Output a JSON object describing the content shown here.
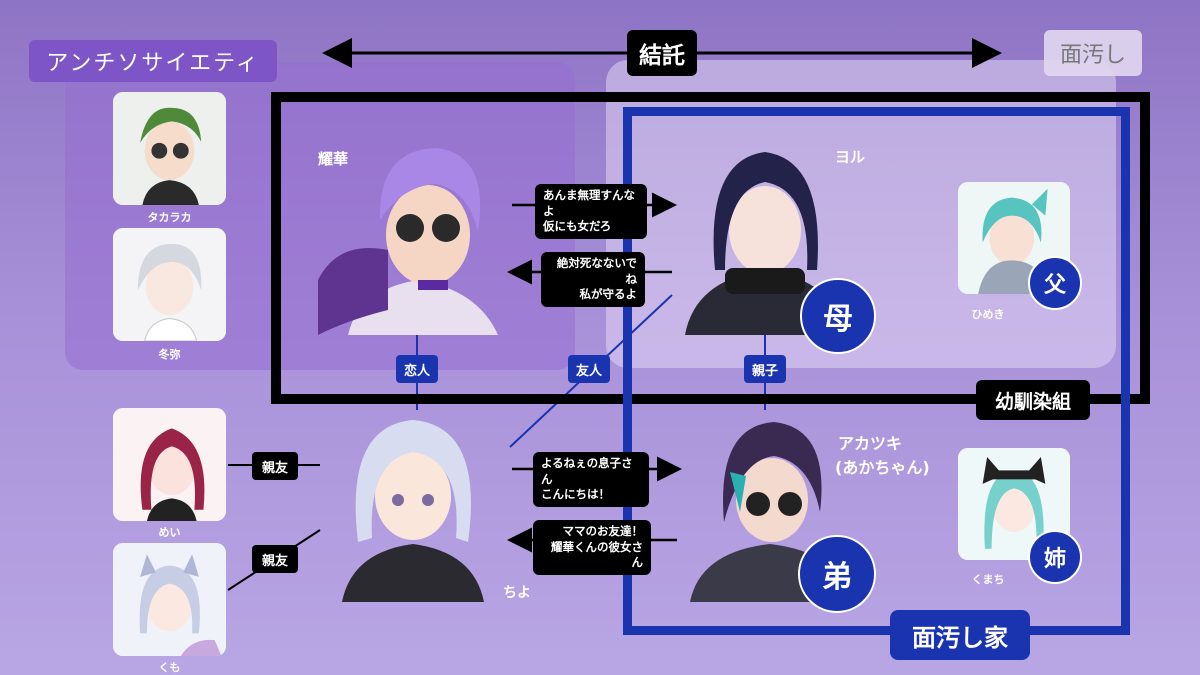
{
  "groups": {
    "anti_society": "アンチソサイエティ",
    "mendoshi": "面汚し",
    "kettaku": "結託",
    "osananajimi": "幼馴染組",
    "mendoshi_ke": "面汚し家"
  },
  "relations": {
    "koibito": "恋人",
    "yujin": "友人",
    "oyako": "親子",
    "shinyu_a": "親友",
    "shinyu_b": "親友"
  },
  "bubbles": {
    "yoka_to_yoru": [
      "あんま無理すんなよ",
      "仮にも女だろ"
    ],
    "yoru_to_yoka": [
      "絶対死なないでね",
      "私が守るよ"
    ],
    "chiyo_to_akatsuki": [
      "よるねぇの息子さん",
      "こんにちは！"
    ],
    "akatsuki_to_chiyo": [
      "ママのお友達！",
      "耀華くんの彼女さん"
    ]
  },
  "characters": {
    "takaraka": "タカラカ",
    "toya": "冬弥",
    "yoka": "耀華",
    "yoru": "ヨル",
    "himeki": "ひめき",
    "mei": "めい",
    "kumo": "くも",
    "chiyo": "ちよ",
    "akatsuki": "アカツキ",
    "akatsuki_sub": "(あかちゃん)",
    "kumachi": "くまち"
  },
  "roles": {
    "haha": "母",
    "chichi": "父",
    "otouto": "弟",
    "ane": "姉"
  },
  "colors": {
    "black": "#000000",
    "blue": "#1a34b0",
    "purple_tag": "#7d55c7"
  }
}
